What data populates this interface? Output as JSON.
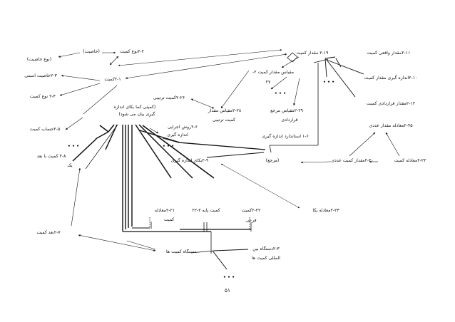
{
  "nodes": [
    {
      "id": "n_kind_prop",
      "text": "(نوع خاصیت)"
    },
    {
      "id": "n_prop",
      "text": "(خاصیت)"
    },
    {
      "id": "n_2_2",
      "text": "۲-۲نوع کمیت"
    },
    {
      "id": "n_2_3",
      "text": "۲-۳خاصیت اسمی"
    },
    {
      "id": "n_2_1",
      "text": "۲-۱کمیت"
    },
    {
      "id": "n_2_4",
      "text": "۲-۴ نوع کمیت"
    },
    {
      "id": "n_2_19",
      "text": "۲-۱۹ مقدار کمیت"
    },
    {
      "id": "n_2_11",
      "text": "۲-۱۱مقدار واقعی کمیت"
    },
    {
      "id": "n_2_10",
      "text": "۲-۱۰اندازه گیری مقدار کمیت"
    },
    {
      "id": "n_2_12",
      "text": "۲-۱۲مقدار قراردادی کمیت"
    },
    {
      "id": "n_2_scale",
      "text": "مقیاس مقدار کمیت ۲-"
    },
    {
      "id": "n_27",
      "text": "۲۷"
    },
    {
      "id": "n_2_26",
      "text": "۲-۲۶کمیت ترتیبی"
    },
    {
      "id": "n_2_28a",
      "text": "۲-۲۸مقیاس مقدار"
    },
    {
      "id": "n_2_28b",
      "text": "کمیت ترتیبی"
    },
    {
      "id": "n_2_29a",
      "text": "۲-۲۹مقیاس مرجع"
    },
    {
      "id": "n_2_29b",
      "text": "قراردادی"
    },
    {
      "id": "n_note_a",
      "text": "(کمیتی کما بکای اندازه"
    },
    {
      "id": "n_note_b",
      "text": "گیری بیان می شود)"
    },
    {
      "id": "n_2_25",
      "text": "۲-۲۵معادله مقدار عددی"
    },
    {
      "id": "n_2_5",
      "text": "۲-۵حساب کمیت"
    },
    {
      "id": "n_2_6a",
      "text": "۲-۶روش اجرایی"
    },
    {
      "id": "n_2_6b",
      "text": "اندازه گیری"
    },
    {
      "id": "n_1_6",
      "text": "۱-۶ استاندارد اندازه گیری"
    },
    {
      "id": "n_2_8a",
      "text": "۲-۸ کمیت با بعد"
    },
    {
      "id": "n_2_8b",
      "text": "یک"
    },
    {
      "id": "n_2_9",
      "text": "۲-۹یکای اندازه گیری"
    },
    {
      "id": "n_ref",
      "text": "(مرجع)"
    },
    {
      "id": "n_2_20",
      "text": "۲-۲۰مقدار کمیت عددی"
    },
    {
      "id": "n_2_22",
      "text": "۲-۲۲معادله کمیت"
    },
    {
      "id": "n_2_21",
      "text": "۲-۲۱معادله"
    },
    {
      "id": "n_2_22b",
      "text": "کمیت پایه ۲-۲۲"
    },
    {
      "id": "n_2_22c",
      "text": "۲-۲۲کمیت"
    },
    {
      "id": "n_2_23",
      "text": "۲-۲۳معادله یکا"
    },
    {
      "id": "n_komiyat",
      "text": "کمیت"
    },
    {
      "id": "n_farei",
      "text": "فرعی"
    },
    {
      "id": "n_2_7",
      "text": "۲-۷بعد کمیت"
    },
    {
      "id": "n_system",
      "text": "دستگاه کمیت ها"
    },
    {
      "id": "n_2_3b_a",
      "text": "۲-۳دستگاه بین"
    },
    {
      "id": "n_2_3b_b",
      "text": "المللی کمیت ها"
    }
  ],
  "dots": [
    {
      "id": "dots_top_right",
      "text": "• • •"
    },
    {
      "id": "dots_scale",
      "text": "• • •"
    },
    {
      "id": "dots_left",
      "text": "• • •"
    },
    {
      "id": "dots_mid",
      "text": "• • •"
    },
    {
      "id": "dots_bottom",
      "text": "• • •"
    }
  ],
  "page_number": "۵۱"
}
